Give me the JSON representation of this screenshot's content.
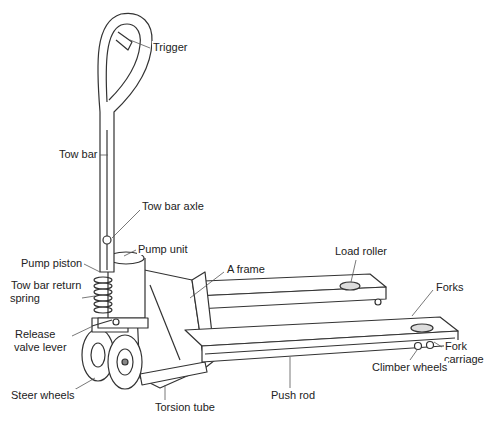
{
  "diagram": {
    "labels": [
      "Trigger",
      "Tow bar",
      "Tow bar axle",
      "Pump unit",
      "Pump piston",
      "Load roller",
      "A frame",
      "Forks",
      "Tow bar return spring",
      "Release valve lever",
      "Fork carriage",
      "Climber wheels",
      "Steer wheels",
      "Push rod",
      "Torsion tube"
    ]
  }
}
